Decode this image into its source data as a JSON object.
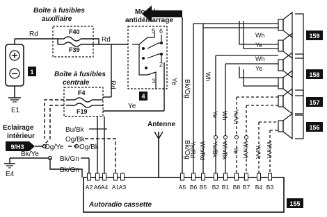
{
  "titles": {
    "aux_fuse_box": [
      "Boîte à fusibles",
      "auxiliaire"
    ],
    "central_fuse_box": [
      "Boîte à fusibles",
      "centrale"
    ],
    "start_module": [
      "Module",
      "antidémarrage"
    ],
    "interior_light": [
      "Eclairage",
      "intérieur"
    ],
    "antenna": "Antenne",
    "radio": "Autoradio cassette"
  },
  "components": {
    "battery_tag": "1",
    "ground_e1": "E1",
    "ground_e4": "E4",
    "fuse_f40": "F40",
    "fuse_f39": "F39",
    "fuse_f4": "F4",
    "fuse_f19": "F19",
    "module_tag": "4",
    "module_pins": [
      "5",
      "6",
      "2",
      "3"
    ],
    "interior_tag": "9/H3",
    "radio_tag": "155",
    "speaker_tags": [
      "159",
      "158",
      "157",
      "156"
    ]
  },
  "wires": {
    "rd_battery": "Rd",
    "rd_f39": "Rd",
    "rd_down": "Rd",
    "ye_f19": "Ye",
    "ye_module": "Ye",
    "bk_og_module": "Bk/Og",
    "bu_bk": "Bu/Bk",
    "og_bk": "Og/Bk",
    "og_ye": "Og/Ye",
    "og_bk2": "Og/Bk",
    "bk_ye": "Bk/Ye",
    "bk_gn1": "Bk/Gn",
    "bk_gn2": "Bk/Gn",
    "wh_top": "Wh",
    "ye_top": "Ye",
    "wh_158": "Wh",
    "ye_158": "Ye",
    "wh_vert": "Wh",
    "antenna_lead": "Bk/Og",
    "radio_pins_labels": [
      "Ye/Rd",
      "Wh/Rd",
      "Ye/Bk",
      "Wh/Bk",
      "Ye",
      "Wh/Vt",
      "Ye/Vt",
      "Wh/Vt",
      "Ye/Vt",
      "Ye",
      "Wh"
    ]
  },
  "radio_pins": [
    "A2",
    "A6",
    "A4",
    "A1",
    "A3",
    "A5",
    "B6",
    "B5",
    "B2",
    "B1",
    "B8",
    "B7",
    "B4",
    "B3"
  ]
}
